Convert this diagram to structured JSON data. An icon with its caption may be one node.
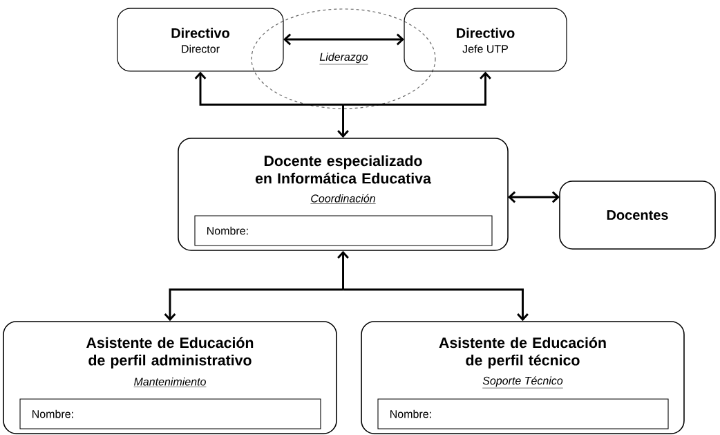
{
  "diagram": {
    "nodes": [
      {
        "text": [
          "Directivo",
          "Director"
        ]
      },
      {
        "text": [
          "Directivo",
          "Jefe UTP"
        ]
      },
      {
        "text": [
          "Docente especializado en Informática Educativa",
          "Coordinación"
        ]
      },
      {
        "text": [
          "Nombre:"
        ],
        "in": 2
      },
      {
        "text": [
          "Docentes"
        ]
      },
      {
        "text": [
          "Asistente de Educación de perfil administrativo",
          "Mantenimiento"
        ]
      },
      {
        "text": [
          "Nombre:"
        ],
        "in": 5
      },
      {
        "text": [
          "Asistente de Educación de perfil técnico",
          "Soporte Técnico"
        ]
      },
      {
        "text": [
          "Nombre:"
        ],
        "in": 7
      }
    ],
    "edges": [
      {
        "from": 0,
        "to": 1,
        "arrow": "both",
        "label": "Liderazgo"
      },
      {
        "from": 2,
        "to": 0,
        "arrow": "both"
      },
      {
        "from": 2,
        "to": 1,
        "arrow": "both"
      },
      {
        "from": 2,
        "to": 4,
        "arrow": "both"
      },
      {
        "from": 2,
        "to": 5,
        "arrow": "both"
      },
      {
        "from": 2,
        "to": 7,
        "arrow": "both"
      }
    ]
  }
}
